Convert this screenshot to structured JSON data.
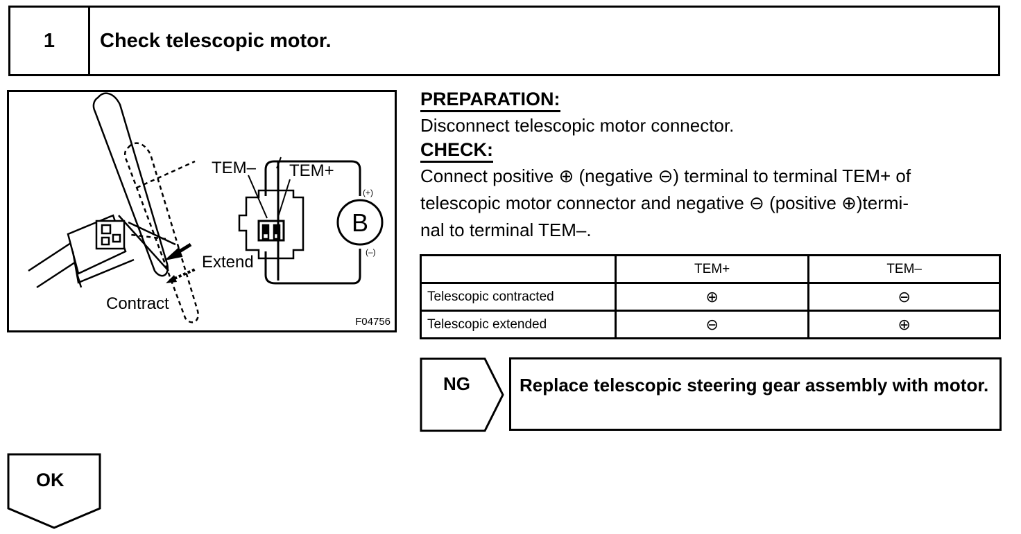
{
  "step": {
    "number": "1",
    "title": "Check telescopic motor."
  },
  "figure": {
    "label_tem_minus": "TEM–",
    "label_tem_plus": "TEM+",
    "label_extend": "Extend",
    "label_contract": "Contract",
    "label_battery": "B",
    "label_plus": "(+)",
    "label_minus": "(–)",
    "code": "F04756"
  },
  "preparation": {
    "heading": "PREPARATION:",
    "text": "Disconnect telescopic motor connector."
  },
  "check": {
    "heading": "CHECK:",
    "line1": "Connect positive ⊕ (negative ⊖) terminal to terminal TEM+ of",
    "line2": "telescopic motor connector and negative ⊖ (positive ⊕)termi-",
    "line3": "nal to terminal TEM–."
  },
  "table": {
    "headers": [
      "",
      "TEM+",
      "TEM–"
    ],
    "rows": [
      [
        "Telescopic contracted",
        "⊕",
        "⊖"
      ],
      [
        "Telescopic extended",
        "⊖",
        "⊕"
      ]
    ]
  },
  "ng": {
    "label": "NG",
    "action": "Replace telescopic steering gear assembly with motor."
  },
  "ok": {
    "label": "OK"
  }
}
